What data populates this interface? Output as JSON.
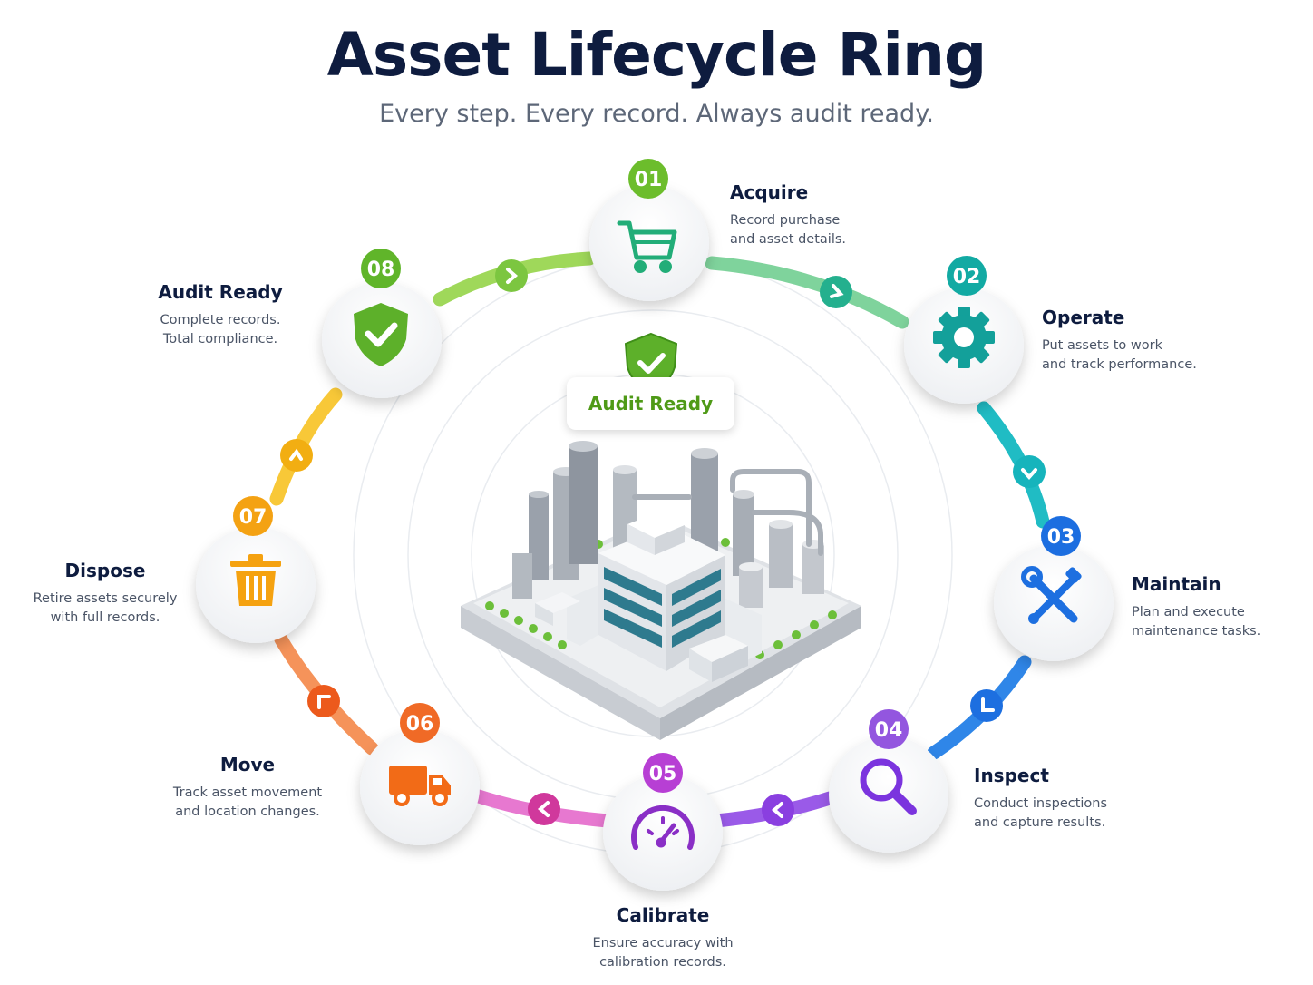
{
  "title": "Asset Lifecycle Ring",
  "subtitle": "Every step. Every record. Always audit ready.",
  "center": {
    "badge_label": "Audit Ready"
  },
  "colors": {
    "acquire": "#5ec26a",
    "operate": "#15a5a0",
    "maintain": "#1d6fe0",
    "inspect": "#8a3fe0",
    "calibrate": "#b03ad6",
    "move": "#f07a1a",
    "dispose": "#f5a210",
    "audit": "#6bbd2a"
  },
  "steps": [
    {
      "number": "01",
      "title": "Acquire",
      "line1": "Record purchase",
      "line2": "and asset details.",
      "icon": "shopping-cart-icon"
    },
    {
      "number": "02",
      "title": "Operate",
      "line1": "Put assets to work",
      "line2": "and track performance.",
      "icon": "gear-icon"
    },
    {
      "number": "03",
      "title": "Maintain",
      "line1": "Plan and execute",
      "line2": "maintenance tasks.",
      "icon": "tools-icon"
    },
    {
      "number": "04",
      "title": "Inspect",
      "line1": "Conduct inspections",
      "line2": "and capture results.",
      "icon": "magnifier-icon"
    },
    {
      "number": "05",
      "title": "Calibrate",
      "line1": "Ensure accuracy with",
      "line2": "calibration records.",
      "icon": "gauge-icon"
    },
    {
      "number": "06",
      "title": "Move",
      "line1": "Track asset movement",
      "line2": "and location changes.",
      "icon": "truck-icon"
    },
    {
      "number": "07",
      "title": "Dispose",
      "line1": "Retire assets securely",
      "line2": "with full records.",
      "icon": "trash-icon"
    },
    {
      "number": "08",
      "title": "Audit Ready",
      "line1": "Complete records.",
      "line2": "Total compliance.",
      "icon": "shield-check-icon"
    }
  ]
}
